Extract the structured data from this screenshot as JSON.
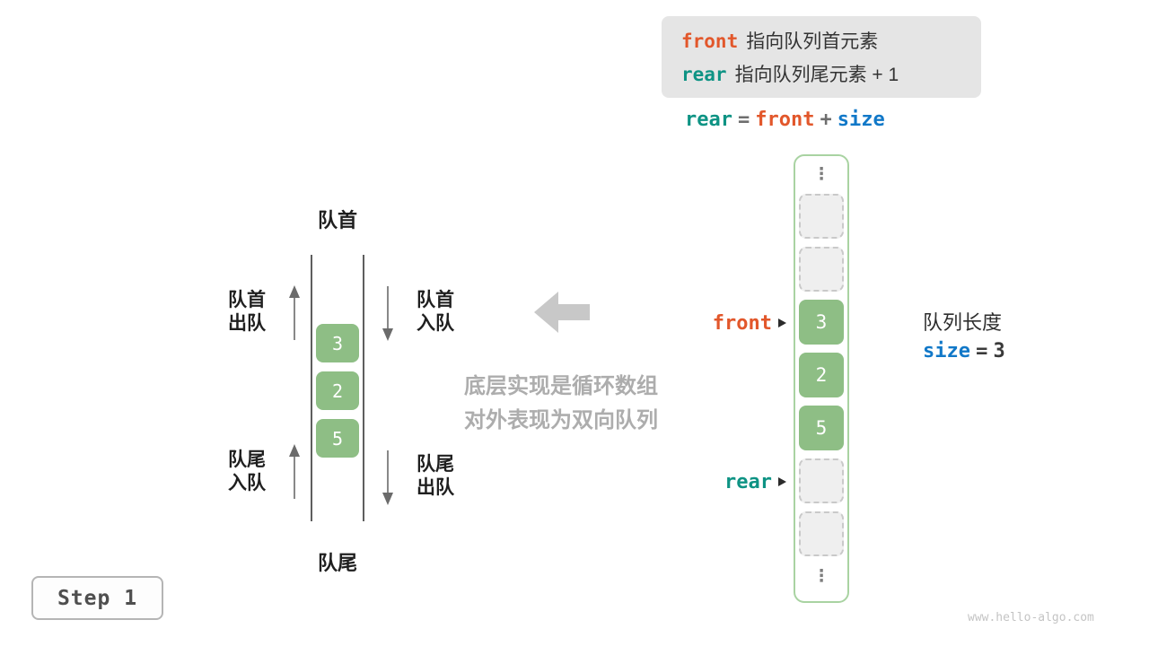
{
  "colors": {
    "front_accent": "#e2572b",
    "rear_accent": "#0e9384",
    "size_accent": "#1178c8",
    "cell_green": "#8ebe85"
  },
  "legend_box": {
    "front_code": "front",
    "front_text": "指向队列首元素",
    "rear_code": "rear",
    "rear_text": "指向队列尾元素 + 1"
  },
  "formula": {
    "rear": "rear",
    "equals": "=",
    "front": "front",
    "plus": "+",
    "size": "size"
  },
  "deque_diagram": {
    "head_label": "队首",
    "tail_label": "队尾",
    "values": [
      "3",
      "2",
      "5"
    ],
    "head_dequeue": {
      "line1": "队首",
      "line2": "出队"
    },
    "head_enqueue": {
      "line1": "队首",
      "line2": "入队"
    },
    "tail_enqueue": {
      "line1": "队尾",
      "line2": "入队"
    },
    "tail_dequeue": {
      "line1": "队尾",
      "line2": "出队"
    }
  },
  "note": {
    "line1": "底层实现是循环数组",
    "line2": "对外表现为双向队列"
  },
  "array_view": {
    "ellipsis": "⋮",
    "values": [
      "3",
      "2",
      "5"
    ],
    "front_pointer": "front",
    "rear_pointer": "rear"
  },
  "queue_length": {
    "label": "队列长度",
    "code": "size",
    "equals": "=",
    "value": "3"
  },
  "step_label": "Step 1",
  "watermark": "www.hello-algo.com"
}
